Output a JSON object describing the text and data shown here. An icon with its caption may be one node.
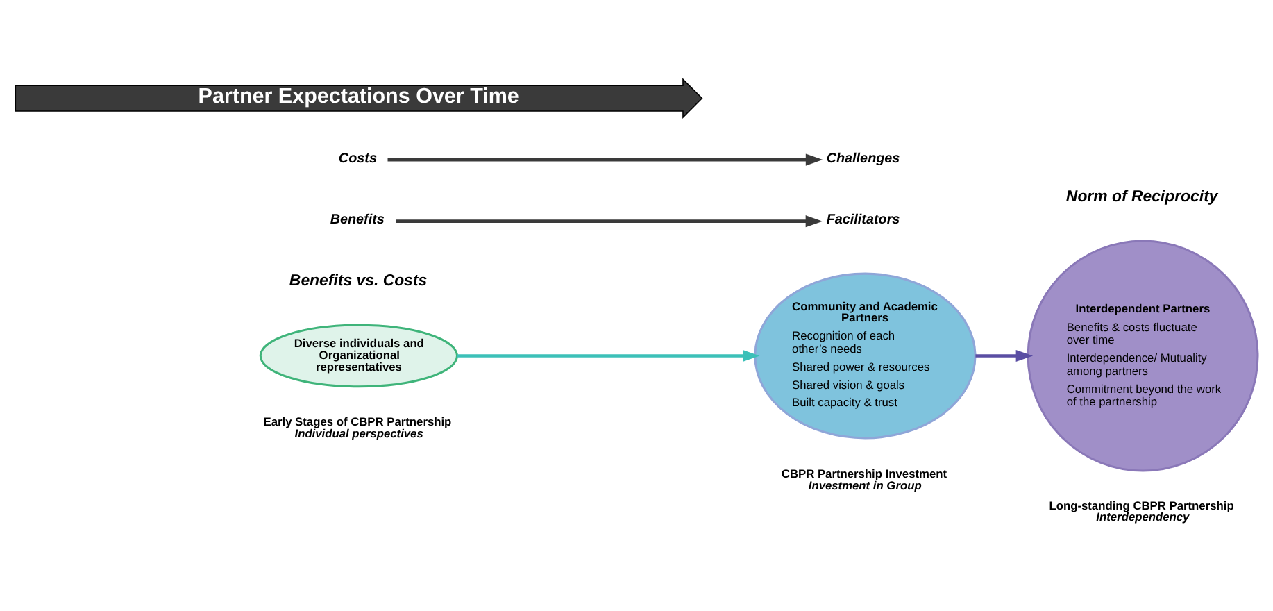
{
  "diagram": {
    "nodes": [
      {
        "text": [
          "Diverse individuals and Organizational representatives"
        ],
        "beside": [
          "Early Stages of CBPR Partnership",
          "Individual perspectives"
        ]
      },
      {
        "text": [
          "Community and Academic Partners",
          "Recognition of each other’s needs",
          "Shared power & resources",
          "Shared vision & goals",
          "Built capacity & trust"
        ],
        "beside": [
          "CBPR Partnership Investment",
          "Investment in Group"
        ]
      },
      {
        "text": [
          "Interdependent Partners",
          "Benefits & costs fluctuate over time",
          "Interdependence/ Mutuality among partners",
          "Commitment beyond the work of the partnership"
        ],
        "beside": [
          "Long-standing CBPR Partnership",
          "Interdependency"
        ]
      },
      {
        "text": [
          "Benefits"
        ]
      },
      {
        "text": [
          "Facilitators"
        ]
      },
      {
        "text": [
          "Costs"
        ]
      },
      {
        "text": [
          "Challenges"
        ]
      }
    ],
    "edges": [
      {
        "from": 0,
        "to": 1,
        "arrow": "to",
        "color": "#3cc0b8"
      },
      {
        "from": 1,
        "to": 2,
        "arrow": "to",
        "color": "#5a4ea3"
      },
      {
        "from": 3,
        "to": 4,
        "arrow": "to",
        "color": "#3a3a3a"
      },
      {
        "from": 5,
        "to": 6,
        "arrow": "to",
        "color": "#3a3a3a"
      }
    ],
    "labels": [
      "Benefits vs. Costs",
      "Norm of Reciprocity",
      "Partner Expectations Over Time"
    ]
  }
}
